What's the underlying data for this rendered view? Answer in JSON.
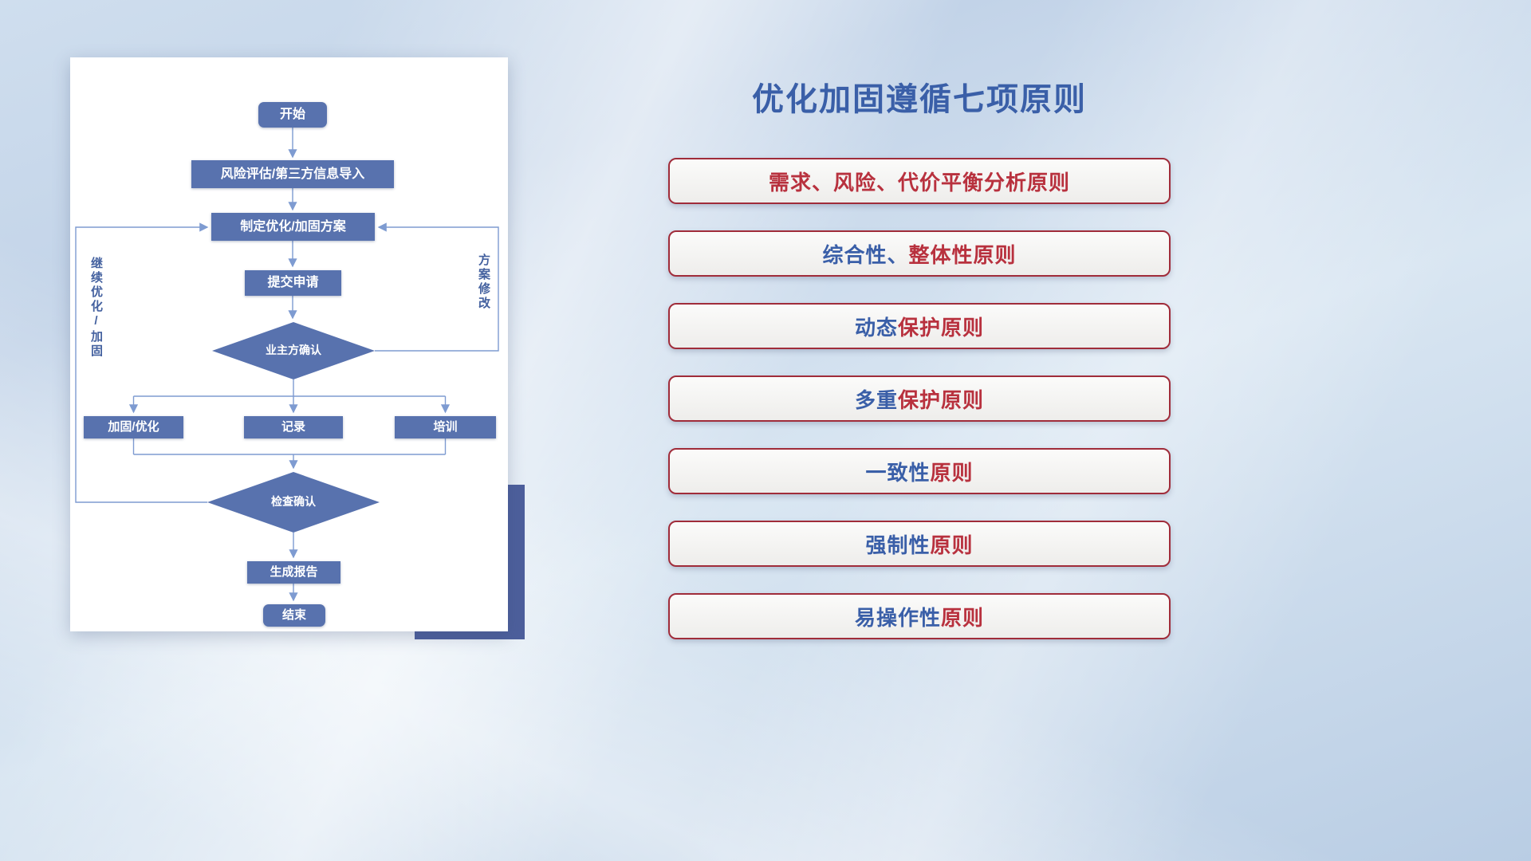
{
  "colors": {
    "title-blue": "#3a5fa8",
    "principle-red": "#b8313e",
    "principle-blue": "#3a5fa8",
    "pill-border": "#a02c3a",
    "node-fill": "#5872ae",
    "connector": "#7e9bd1",
    "edge-label": "#44619f",
    "accent-rect": "#4d5f9c"
  },
  "flowchart": {
    "nodes": {
      "start": "开始",
      "risk_import": "风险评估/第三方信息导入",
      "make_plan": "制定优化/加固方案",
      "submit": "提交申请",
      "owner_confirm": "业主方确认",
      "harden": "加固/优化",
      "record": "记录",
      "training": "培训",
      "check_confirm": "检查确认",
      "report": "生成报告",
      "end": "结束"
    },
    "labels": {
      "continue_loop": "继续优化/加固",
      "plan_revise": "方案修改"
    },
    "edges": [
      {
        "from": "开始",
        "to": "风险评估/第三方信息导入"
      },
      {
        "from": "风险评估/第三方信息导入",
        "to": "制定优化/加固方案"
      },
      {
        "from": "制定优化/加固方案",
        "to": "提交申请"
      },
      {
        "from": "提交申请",
        "to": "业主方确认"
      },
      {
        "from": "业主方确认",
        "to": "加固/优化"
      },
      {
        "from": "业主方确认",
        "to": "记录"
      },
      {
        "from": "业主方确认",
        "to": "培训"
      },
      {
        "from": "业主方确认",
        "to": "制定优化/加固方案",
        "label": "方案修改"
      },
      {
        "from": "加固/优化",
        "to": "检查确认"
      },
      {
        "from": "记录",
        "to": "检查确认"
      },
      {
        "from": "培训",
        "to": "检查确认"
      },
      {
        "from": "检查确认",
        "to": "制定优化/加固方案",
        "label": "继续优化/加固"
      },
      {
        "from": "检查确认",
        "to": "生成报告"
      },
      {
        "from": "生成报告",
        "to": "结束"
      }
    ]
  },
  "panel": {
    "title": "优化加固遵循七项原则",
    "principles": [
      {
        "segments": [
          {
            "text": "需求、风险、代价平衡分析原则",
            "color": "red"
          }
        ]
      },
      {
        "segments": [
          {
            "text": "综合性、",
            "color": "blue"
          },
          {
            "text": "整体性原则",
            "color": "red"
          }
        ]
      },
      {
        "segments": [
          {
            "text": "动态",
            "color": "blue"
          },
          {
            "text": "保护原则",
            "color": "red"
          }
        ]
      },
      {
        "segments": [
          {
            "text": "多重",
            "color": "blue"
          },
          {
            "text": "保护原则",
            "color": "red"
          }
        ]
      },
      {
        "segments": [
          {
            "text": "一致性",
            "color": "blue"
          },
          {
            "text": "原则",
            "color": "red"
          }
        ]
      },
      {
        "segments": [
          {
            "text": "强制性",
            "color": "blue"
          },
          {
            "text": "原则",
            "color": "red"
          }
        ]
      },
      {
        "segments": [
          {
            "text": "易操作性",
            "color": "blue"
          },
          {
            "text": "原则",
            "color": "red"
          }
        ]
      }
    ]
  }
}
